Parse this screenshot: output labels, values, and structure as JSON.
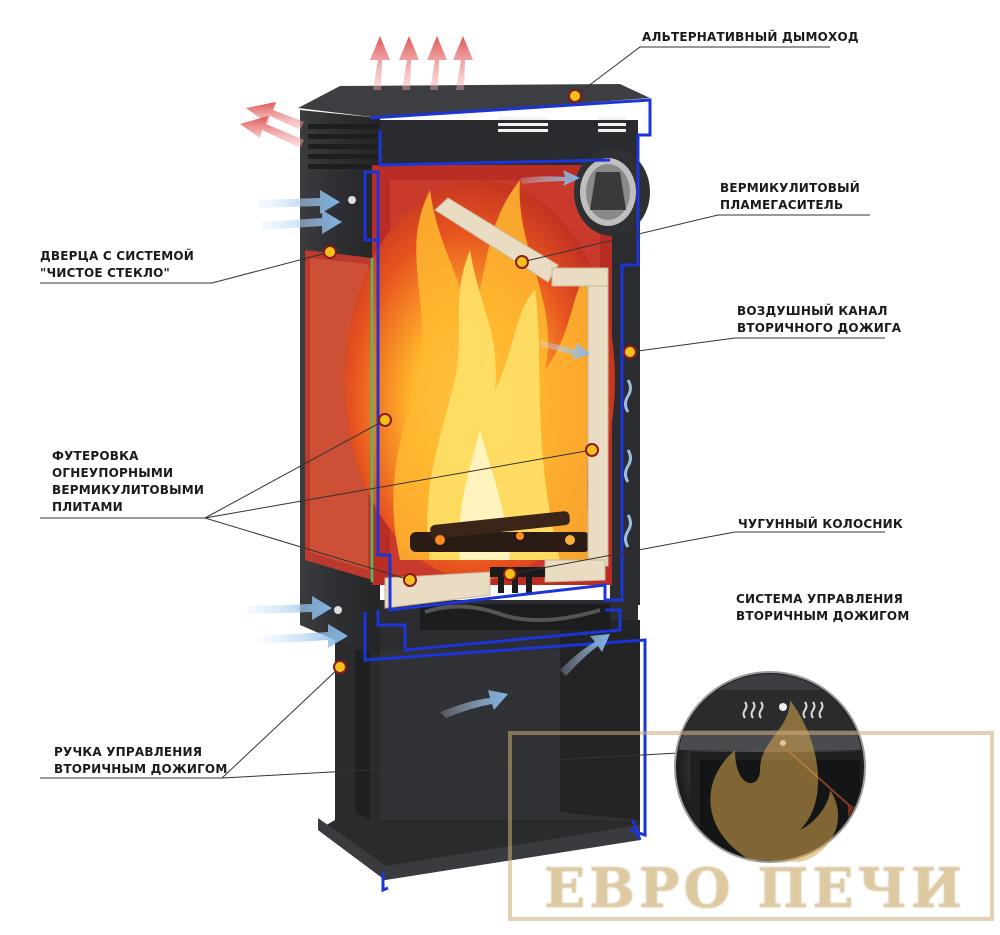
{
  "labels": {
    "chimney": "АЛЬТЕРНАТИВНЫЙ ДЫМОХОД",
    "flame_damper_1": "ВЕРМИКУЛИТОВЫЙ",
    "flame_damper_2": "ПЛАМЕГАСИТЕЛЬ",
    "door_1": "ДВЕРЦА С СИСТЕМОЙ",
    "door_2": "\"ЧИСТОЕ СТЕКЛО\"",
    "air_channel_1": "ВОЗДУШНЫЙ КАНАЛ",
    "air_channel_2": "ВТОРИЧНОГО ДОЖИГА",
    "lining_1": "ФУТЕРОВКА",
    "lining_2": "ОГНЕУПОРНЫМИ",
    "lining_3": "ВЕРМИКУЛИТОВЫМИ",
    "lining_4": "ПЛИТАМИ",
    "grate": "ЧУГУННЫЙ КОЛОСНИК",
    "control_system_1": "СИСТЕМА УПРАВЛЕНИЯ",
    "control_system_2": "ВТОРИЧНЫМ ДОЖИГОМ",
    "handle_1": "РУЧКА УПРАВЛЕНИЯ",
    "handle_2": "ВТОРИЧНЫМ ДОЖИГОМ"
  },
  "watermark": {
    "text": "ЕВРО ПЕЧИ"
  },
  "colors": {
    "stove_body": "#2e2f31",
    "cut_outline": "#1b35d8",
    "firebox_red": "#c8302a",
    "vermiculite": "#e9dcc3",
    "flame_yellow": "#ffd23a",
    "flame_orange": "#f08a1e",
    "hot_air": "#e86a6a",
    "cold_air": "#a9cdf0",
    "marker": "#f2c21a",
    "watermark": "#d8bf8f"
  }
}
